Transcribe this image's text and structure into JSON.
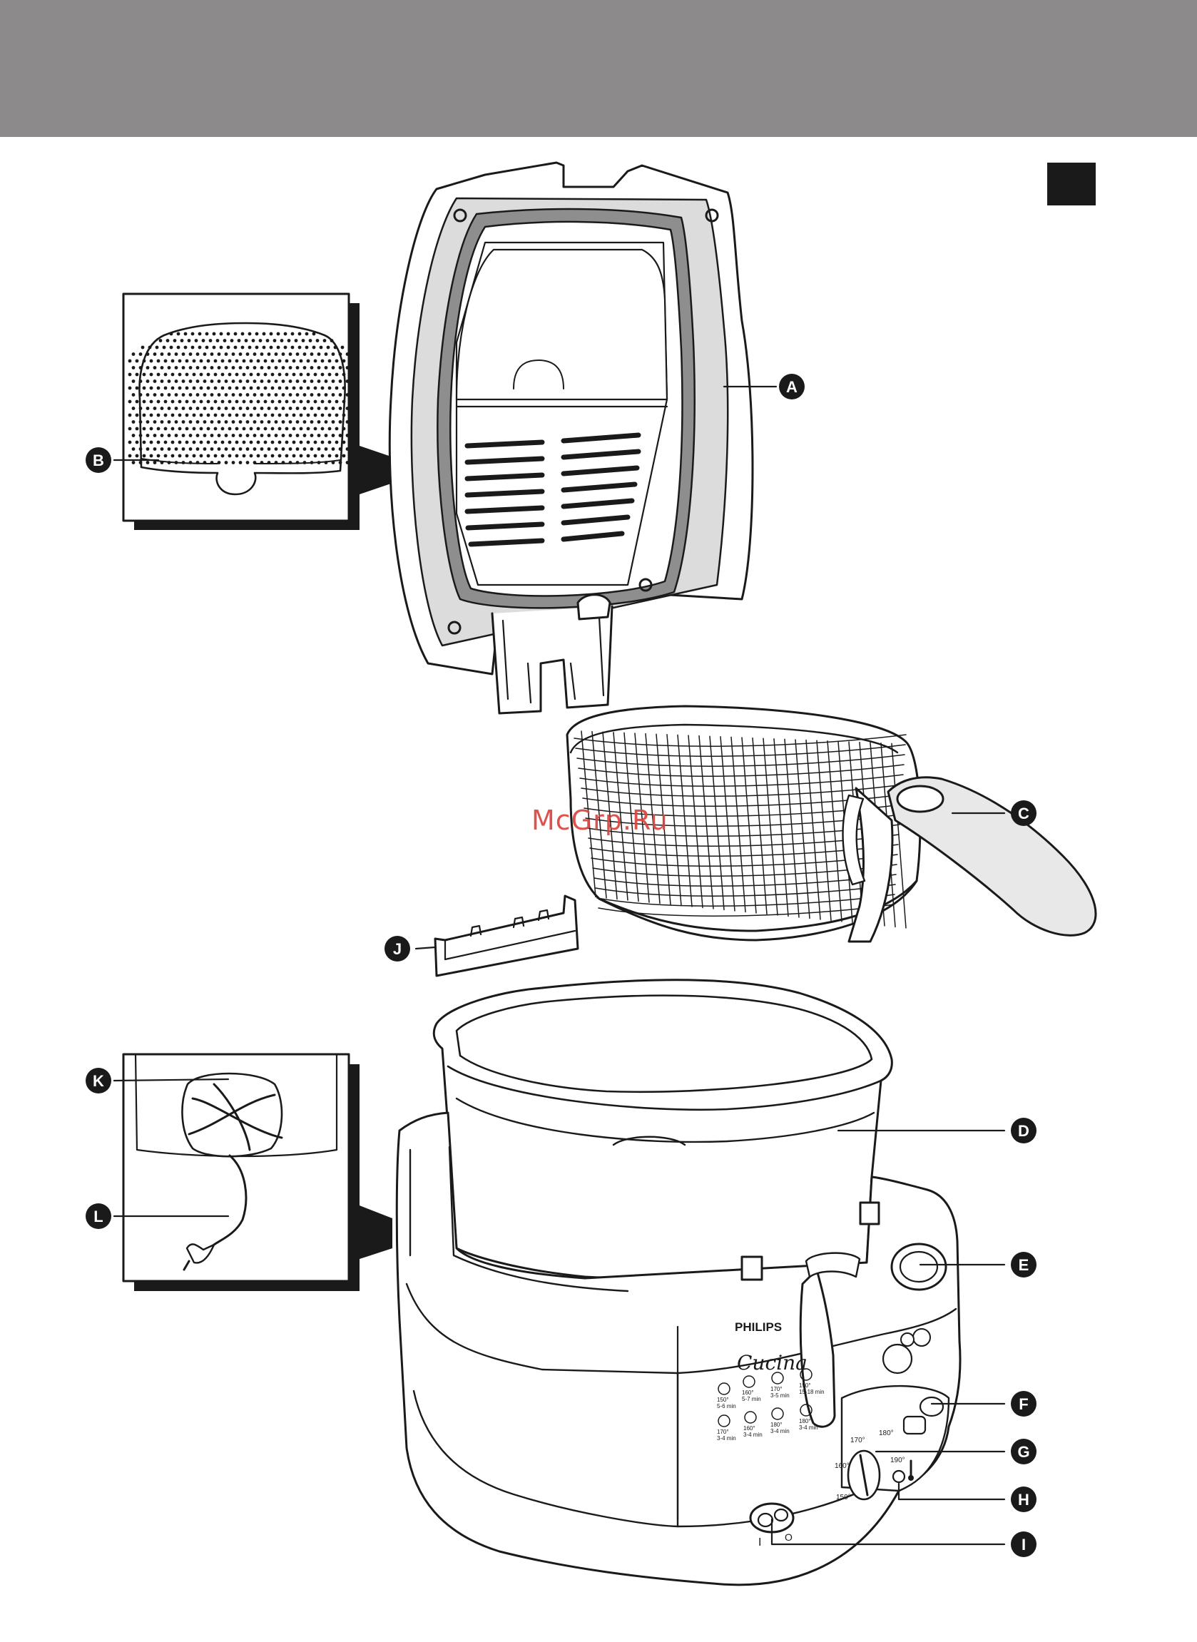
{
  "watermark": "McGrp.Ru",
  "colors": {
    "band": "#8c8a8b",
    "ink": "#1a1a1a",
    "watermark": "#d9443f"
  },
  "labels": [
    {
      "id": "A",
      "text": "A"
    },
    {
      "id": "B",
      "text": "B"
    },
    {
      "id": "C",
      "text": "C"
    },
    {
      "id": "D",
      "text": "D"
    },
    {
      "id": "E",
      "text": "E"
    },
    {
      "id": "F",
      "text": "F"
    },
    {
      "id": "G",
      "text": "G"
    },
    {
      "id": "H",
      "text": "H"
    },
    {
      "id": "I",
      "text": "I"
    },
    {
      "id": "J",
      "text": "J"
    },
    {
      "id": "K",
      "text": "K"
    },
    {
      "id": "L",
      "text": "L"
    }
  ],
  "appliance": {
    "brand": "PHILIPS",
    "model": "Cucina",
    "dial_marks": [
      "150°",
      "160°",
      "170°",
      "180°",
      "190°"
    ],
    "switch_marks": [
      "I",
      "O"
    ],
    "cooking_guide": [
      {
        "temp": "150°",
        "time": "5-6 min"
      },
      {
        "temp": "160°",
        "time": "5-7 min"
      },
      {
        "temp": "170°",
        "time": "3-5 min"
      },
      {
        "temp": "150°",
        "time": "15-18 min"
      },
      {
        "temp": "170°",
        "time": "3-4 min"
      },
      {
        "temp": "160°",
        "time": "3-4 min"
      },
      {
        "temp": "180°",
        "time": "3-4 min"
      },
      {
        "temp": "180°",
        "time": "3-4 min"
      }
    ]
  }
}
